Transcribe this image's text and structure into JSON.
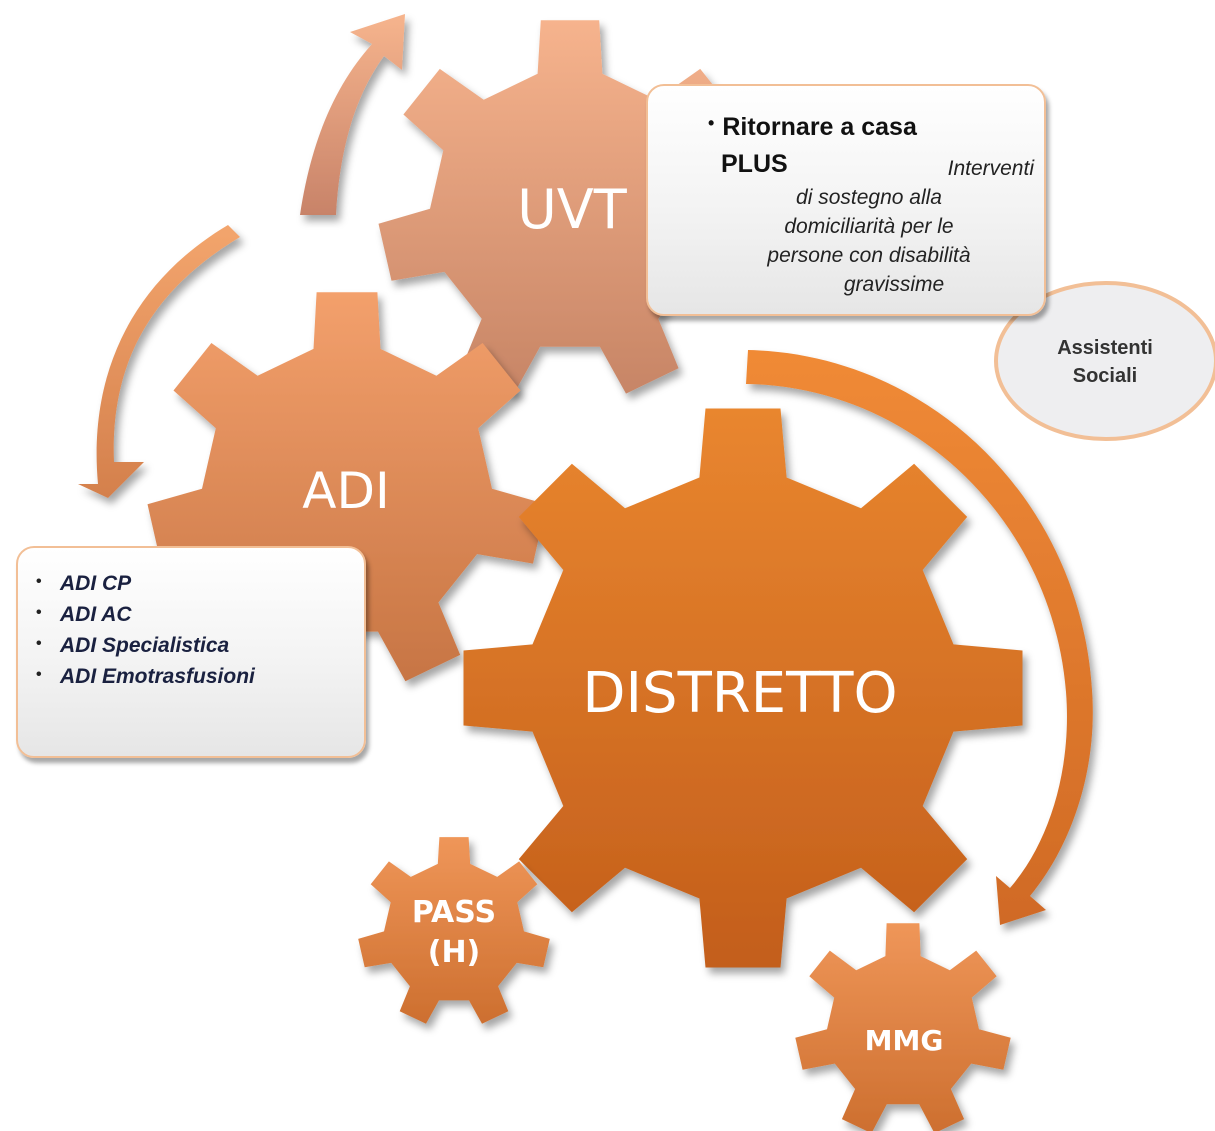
{
  "diagram": {
    "gears": {
      "uvt": {
        "label": "UVT"
      },
      "adi": {
        "label": "ADI"
      },
      "distretto": {
        "label": "DISTRETTO"
      },
      "pass": {
        "label_line1": "PASS",
        "label_line2": "(H)"
      },
      "mmg": {
        "label": "MMG"
      }
    },
    "ritornare_box": {
      "heading": "Ritornare a casa",
      "plus": "PLUS",
      "description_lines": [
        "Interventi",
        "di sostegno alla",
        "domiciliarità per le",
        "persone con disabilità",
        "gravissime"
      ]
    },
    "adi_box": {
      "items": [
        "ADI CP",
        "ADI AC",
        "ADI Specialistica",
        "ADI Emotrasfusioni"
      ]
    },
    "assistenti": {
      "line1": "Assistenti",
      "line2": "Sociali"
    },
    "colors": {
      "gear_light": "#f4b48e",
      "gear_mid": "#e8874a",
      "gear_dark": "#c76222",
      "box_border": "#f2bf96",
      "ellipse_fill": "#eeeef0"
    }
  }
}
